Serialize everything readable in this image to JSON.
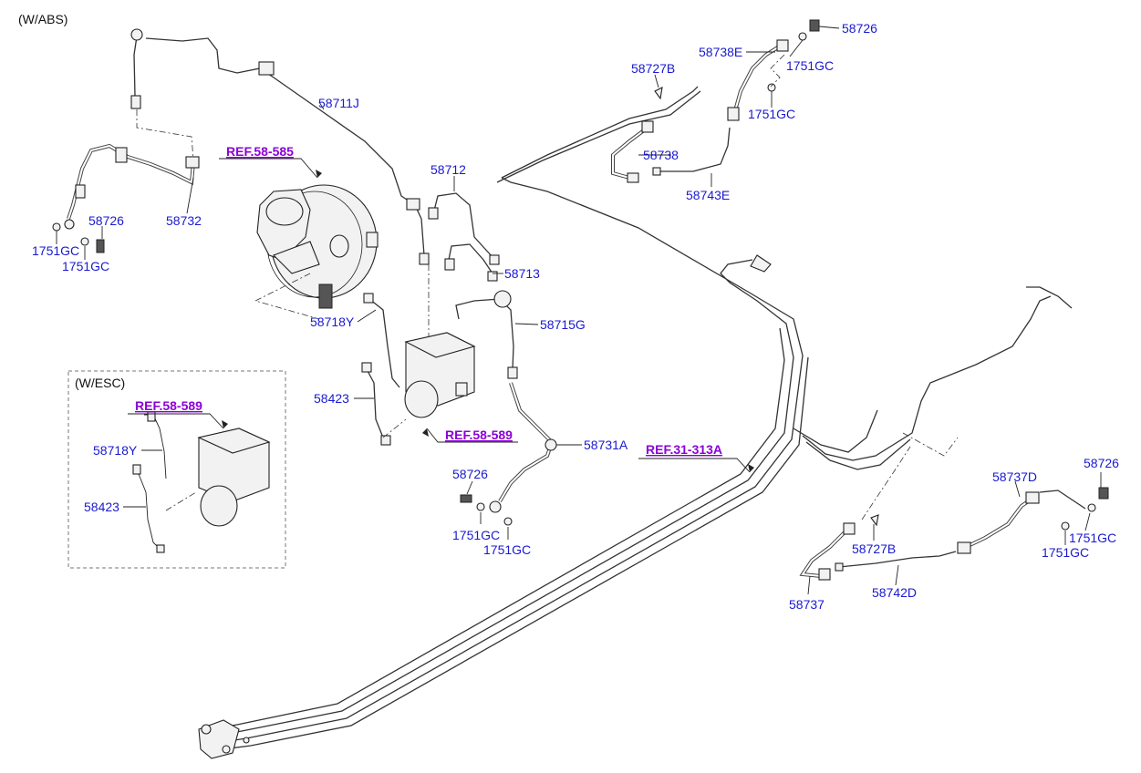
{
  "header": {
    "variant_abs": "(W/ABS)",
    "variant_esc": "(W/ESC)"
  },
  "refs": {
    "booster": "REF.58-585",
    "hecu": "REF.58-589",
    "hecu_esc": "REF.58-589",
    "fuel": "REF.31-313A"
  },
  "labels": {
    "p58711J": "58711J",
    "p58732": "58732",
    "p58726_l": "58726",
    "p1751GC_l1": "1751GC",
    "p1751GC_l2": "1751GC",
    "p58712": "58712",
    "p58713": "58713",
    "p58715G": "58715G",
    "p58718Y": "58718Y",
    "p58423": "58423",
    "p58731A": "58731A",
    "p58726_m": "58726",
    "p1751GC_m1": "1751GC",
    "p1751GC_m2": "1751GC",
    "p58727B_t": "58727B",
    "p58738": "58738",
    "p58738E": "58738E",
    "p58726_tr": "58726",
    "p1751GC_tr1": "1751GC",
    "p1751GC_tr2": "1751GC",
    "p58743E": "58743E",
    "p58737D": "58737D",
    "p58726_r": "58726",
    "p1751GC_r1": "1751GC",
    "p1751GC_r2": "1751GC",
    "p58727B_b": "58727B",
    "p58742D": "58742D",
    "p58737": "58737",
    "p58718Y_esc": "58718Y",
    "p58423_esc": "58423"
  }
}
